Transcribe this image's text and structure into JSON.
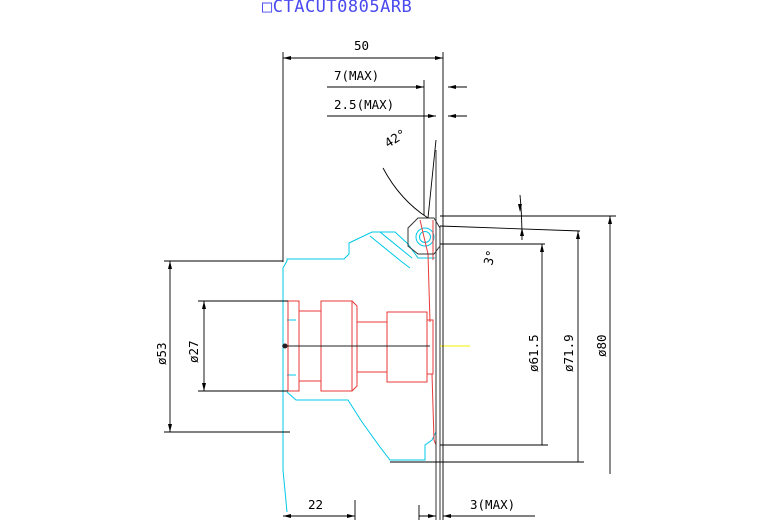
{
  "title": "□CTACUT0805ARB",
  "dimensions": {
    "overall_width": "50",
    "max_7": "7(MAX)",
    "max_2_5": "2.5(MAX)",
    "angle_42": "42°",
    "angle_3": "3°",
    "dia_53": "ø53",
    "dia_27": "ø27",
    "dia_61_5": "ø61.5",
    "dia_71_9": "ø71.9",
    "dia_80": "ø80",
    "bottom_22": "22",
    "max_3": "3(MAX)"
  },
  "colors": {
    "body_outline": "#00c8e8",
    "insert_parts": "#e83a3a",
    "dimension_lines": "#000000",
    "title": "#4a4af0",
    "centerline": "#f0f000"
  }
}
